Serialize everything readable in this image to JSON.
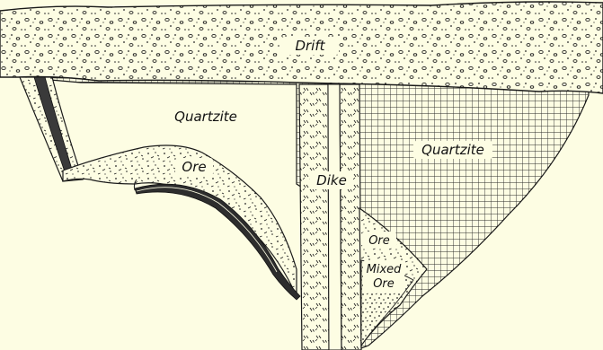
{
  "labels": {
    "drift": "Drift",
    "quartzite_left": "Quartzite",
    "quartzite_right": "Quartzite",
    "ore_left": "Ore",
    "dike": "Dike",
    "ore_right": "Ore",
    "mixed_line1": "Mixed",
    "mixed_line2": "Ore"
  },
  "colors": {
    "background": "#fdfde3",
    "ink": "#1a1a1a"
  }
}
